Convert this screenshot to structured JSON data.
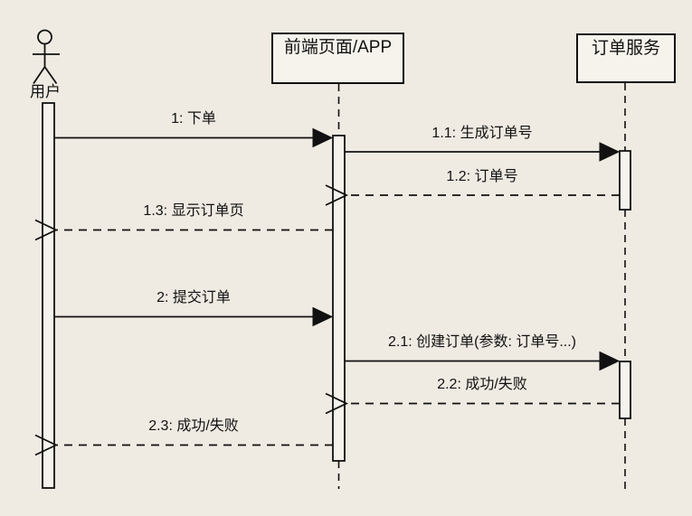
{
  "diagram": {
    "kind": "uml-sequence-diagram",
    "colors": {
      "background": "#efeae2",
      "line": "#111111",
      "shape_fill": "#f6f2ec"
    }
  },
  "participants": [
    {
      "label": "用户",
      "kind": "actor"
    },
    {
      "label": "前端页面/APP",
      "kind": "lifeline"
    },
    {
      "label": "订单服务",
      "kind": "lifeline"
    }
  ],
  "messages": [
    {
      "label": "1: 下单",
      "from": "用户",
      "to": "前端页面/APP",
      "line": "solid",
      "arrowhead": "filled"
    },
    {
      "label": "1.1: 生成订单号",
      "from": "前端页面/APP",
      "to": "订单服务",
      "line": "solid",
      "arrowhead": "filled"
    },
    {
      "label": "1.2: 订单号",
      "from": "订单服务",
      "to": "前端页面/APP",
      "line": "dashed",
      "arrowhead": "open"
    },
    {
      "label": "1.3: 显示订单页",
      "from": "前端页面/APP",
      "to": "用户",
      "line": "dashed",
      "arrowhead": "open"
    },
    {
      "label": "2: 提交订单",
      "from": "用户",
      "to": "前端页面/APP",
      "line": "solid",
      "arrowhead": "filled"
    },
    {
      "label": "2.1: 创建订单(参数: 订单号...)",
      "from": "前端页面/APP",
      "to": "订单服务",
      "line": "solid",
      "arrowhead": "filled"
    },
    {
      "label": "2.2: 成功/失败",
      "from": "订单服务",
      "to": "前端页面/APP",
      "line": "dashed",
      "arrowhead": "open"
    },
    {
      "label": "2.3: 成功/失败",
      "from": "前端页面/APP",
      "to": "用户",
      "line": "dashed",
      "arrowhead": "open"
    }
  ]
}
